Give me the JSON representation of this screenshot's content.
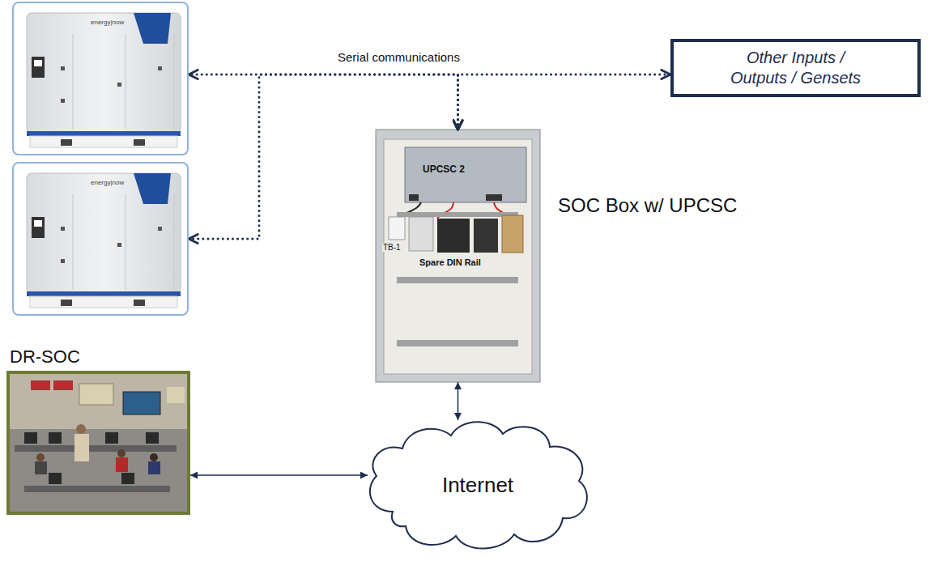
{
  "diagram": {
    "nodes": [
      {
        "text": [
          "energy|now"
        ]
      },
      {
        "text": [
          "energy|now"
        ]
      },
      {
        "text": [
          "Other Inputs / Outputs / Gensets"
        ]
      },
      {
        "text": [
          "SOC Box w/ UPCSC",
          "UPCSC 2",
          "TB-1",
          "Spare DIN Rail"
        ]
      },
      {
        "text": [
          "DR-SOC"
        ]
      },
      {
        "text": [
          "Internet"
        ]
      }
    ],
    "edges": [
      {
        "from": 3,
        "to": 0,
        "arrow": "both",
        "label": "Serial communications"
      },
      {
        "from": 3,
        "to": 1,
        "arrow": "both"
      },
      {
        "from": 3,
        "to": 2,
        "arrow": "both"
      },
      {
        "from": 3,
        "to": 5,
        "arrow": "both"
      },
      {
        "from": 4,
        "to": 5,
        "arrow": "both"
      }
    ]
  }
}
